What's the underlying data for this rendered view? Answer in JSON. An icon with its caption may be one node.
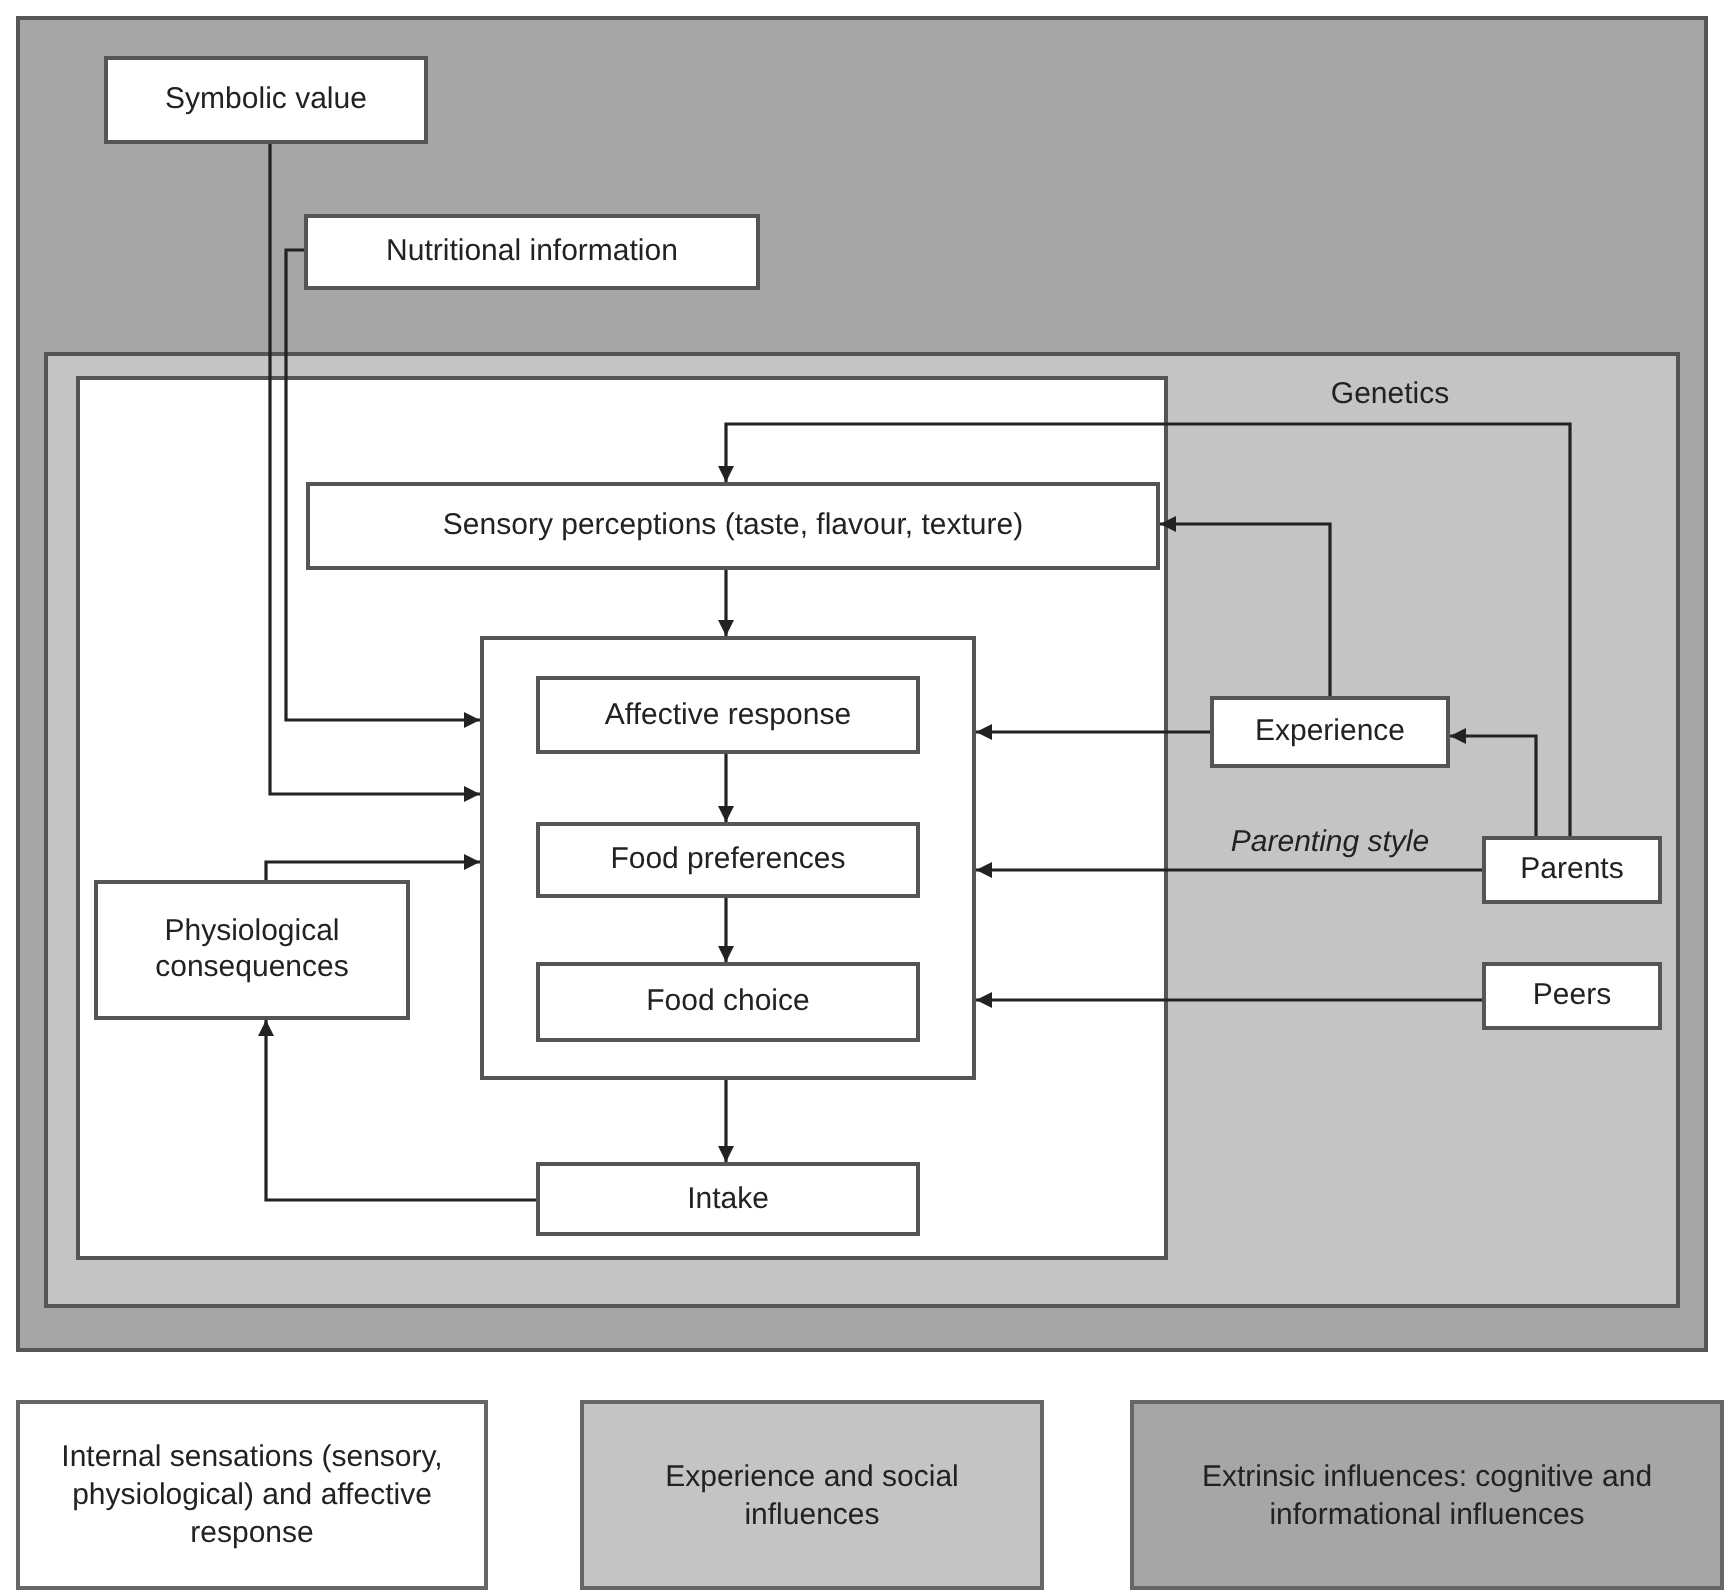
{
  "diagram": {
    "nodes": [
      {
        "text": [],
        "shape": "box"
      },
      {
        "text": [
          "Symbolic value"
        ],
        "in": 0
      },
      {
        "text": [
          "Nutritional information"
        ],
        "in": 0
      },
      {
        "text": [],
        "shape": "box",
        "in": 0
      },
      {
        "text": [],
        "shape": "box",
        "in": 3
      },
      {
        "text": [
          "Sensory perceptions (taste, flavour, texture)"
        ],
        "in": 4
      },
      {
        "text": [],
        "shape": "box",
        "in": 4
      },
      {
        "text": [
          "Affective response"
        ],
        "in": 6
      },
      {
        "text": [
          "Food preferences"
        ],
        "in": 6
      },
      {
        "text": [
          "Food choice"
        ],
        "in": 6
      },
      {
        "text": [
          "Physiological consequences"
        ],
        "in": 4
      },
      {
        "text": [
          "Intake"
        ],
        "in": 4
      },
      {
        "text": [
          "Experience"
        ],
        "in": 3
      },
      {
        "text": [
          "Parents"
        ],
        "in": 3
      },
      {
        "text": [
          "Peers"
        ],
        "in": 3
      }
    ],
    "edges": [
      {
        "from": 1,
        "to": 6,
        "arrow": "to"
      },
      {
        "from": 2,
        "to": 6,
        "arrow": "to"
      },
      {
        "from": 5,
        "to": 6,
        "arrow": "to"
      },
      {
        "from": 7,
        "to": 8,
        "arrow": "to"
      },
      {
        "from": 8,
        "to": 9,
        "arrow": "to"
      },
      {
        "from": 6,
        "to": 11,
        "arrow": "to"
      },
      {
        "from": 11,
        "to": 10,
        "arrow": "to"
      },
      {
        "from": 10,
        "to": 6,
        "arrow": "to"
      },
      {
        "from": 12,
        "to": 6,
        "arrow": "to"
      },
      {
        "from": 12,
        "to": 5,
        "arrow": "to"
      },
      {
        "from": 13,
        "to": 12,
        "arrow": "to"
      },
      {
        "from": 13,
        "to": 5,
        "arrow": "to",
        "label": "Genetics"
      },
      {
        "from": 13,
        "to": 6,
        "arrow": "to",
        "label": "Parenting style"
      },
      {
        "from": 14,
        "to": 6,
        "arrow": "to"
      }
    ],
    "legend": [
      {
        "text": "Internal sensations (sensory, physiological) and affective response",
        "color": "#ffffff"
      },
      {
        "text": "Experience and social influences",
        "color": "#c4c4c4"
      },
      {
        "text": "Extrinsic influences: cognitive and informational influences",
        "color": "#a6a6a6"
      }
    ]
  }
}
